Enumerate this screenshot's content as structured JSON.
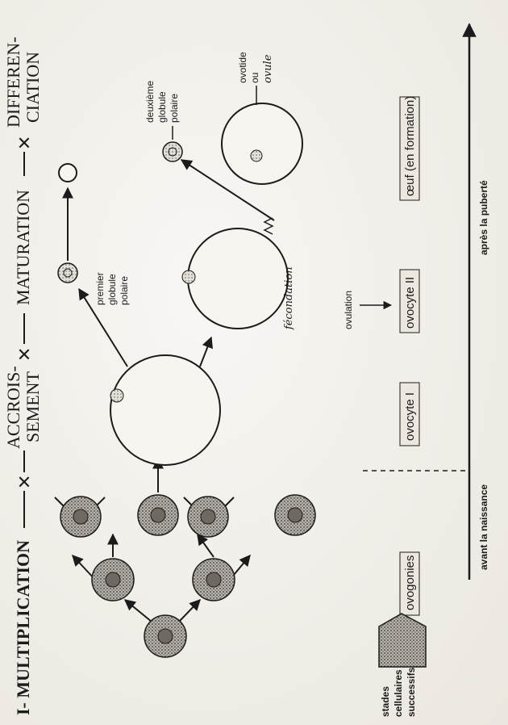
{
  "phases": {
    "multiplication": "I- MULTIPLICATION",
    "accroissement_l1": "ACCROIS-",
    "accroissement_l2": "SEMENT",
    "maturation": "MATURATION",
    "differenciation_l1": "DIFFEREN-",
    "differenciation_l2": "CIATION"
  },
  "annotations": {
    "premier_l1": "premier",
    "premier_l2": "globule",
    "premier_l3": "polaire",
    "deuxieme_l1": "deuxième",
    "deuxieme_l2": "globule",
    "deuxieme_l3": "polaire",
    "ovotide_l1": "ovotide",
    "ovotide_l2": "ou",
    "ovotide_l3": "ovule",
    "fecondation": "fécondation",
    "ovulation": "ovulation"
  },
  "stages": {
    "legend_l1": "stades",
    "legend_l2": "cellulaires",
    "legend_l3": "successifs",
    "ovogonies": "ovogonies",
    "ovocyte1": "ovocyte I",
    "ovocyte2": "ovocyte II",
    "oeuf": "œuf (en formation)"
  },
  "timeline": {
    "avant": "avant la naissance",
    "apres": "après la puberté"
  }
}
